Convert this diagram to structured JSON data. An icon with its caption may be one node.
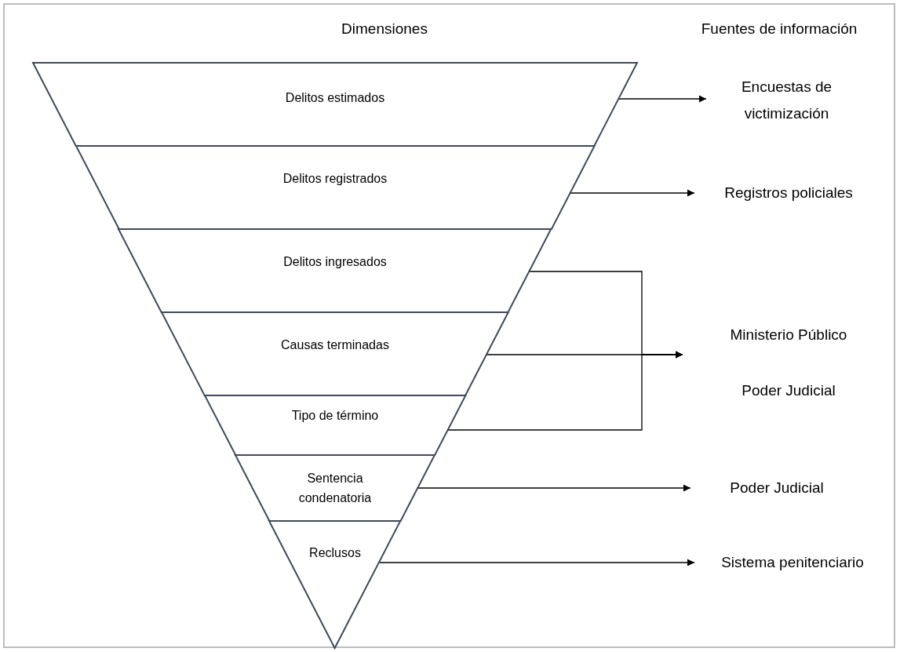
{
  "diagram": {
    "nodes": [
      {
        "text": [
          "Delitos estimados"
        ]
      },
      {
        "text": [
          "Delitos registrados"
        ]
      },
      {
        "text": [
          "Delitos ingresados"
        ]
      },
      {
        "text": [
          "Causas terminadas"
        ]
      },
      {
        "text": [
          "Tipo de término"
        ]
      },
      {
        "text": [
          "Sentencia condenatoria"
        ]
      },
      {
        "text": [
          "Reclusos"
        ]
      },
      {
        "text": [
          "Encuestas de victimización"
        ]
      },
      {
        "text": [
          "Registros policiales"
        ]
      },
      {
        "text": [
          "Ministerio Público",
          "Poder Judicial"
        ]
      },
      {
        "text": [
          "Poder Judicial"
        ]
      },
      {
        "text": [
          "Sistema penitenciario"
        ]
      }
    ],
    "edges": [
      {
        "from": 0,
        "to": 7,
        "arrow": "to"
      },
      {
        "from": 1,
        "to": 8,
        "arrow": "to"
      },
      {
        "from": 2,
        "to": 9,
        "arrow": "to"
      },
      {
        "from": 3,
        "to": 9,
        "arrow": "to"
      },
      {
        "from": 4,
        "to": 9,
        "arrow": "to"
      },
      {
        "from": 5,
        "to": 10,
        "arrow": "to"
      },
      {
        "from": 6,
        "to": 11,
        "arrow": "to"
      }
    ],
    "labels": [
      "Dimensiones",
      "Fuentes de información"
    ]
  }
}
